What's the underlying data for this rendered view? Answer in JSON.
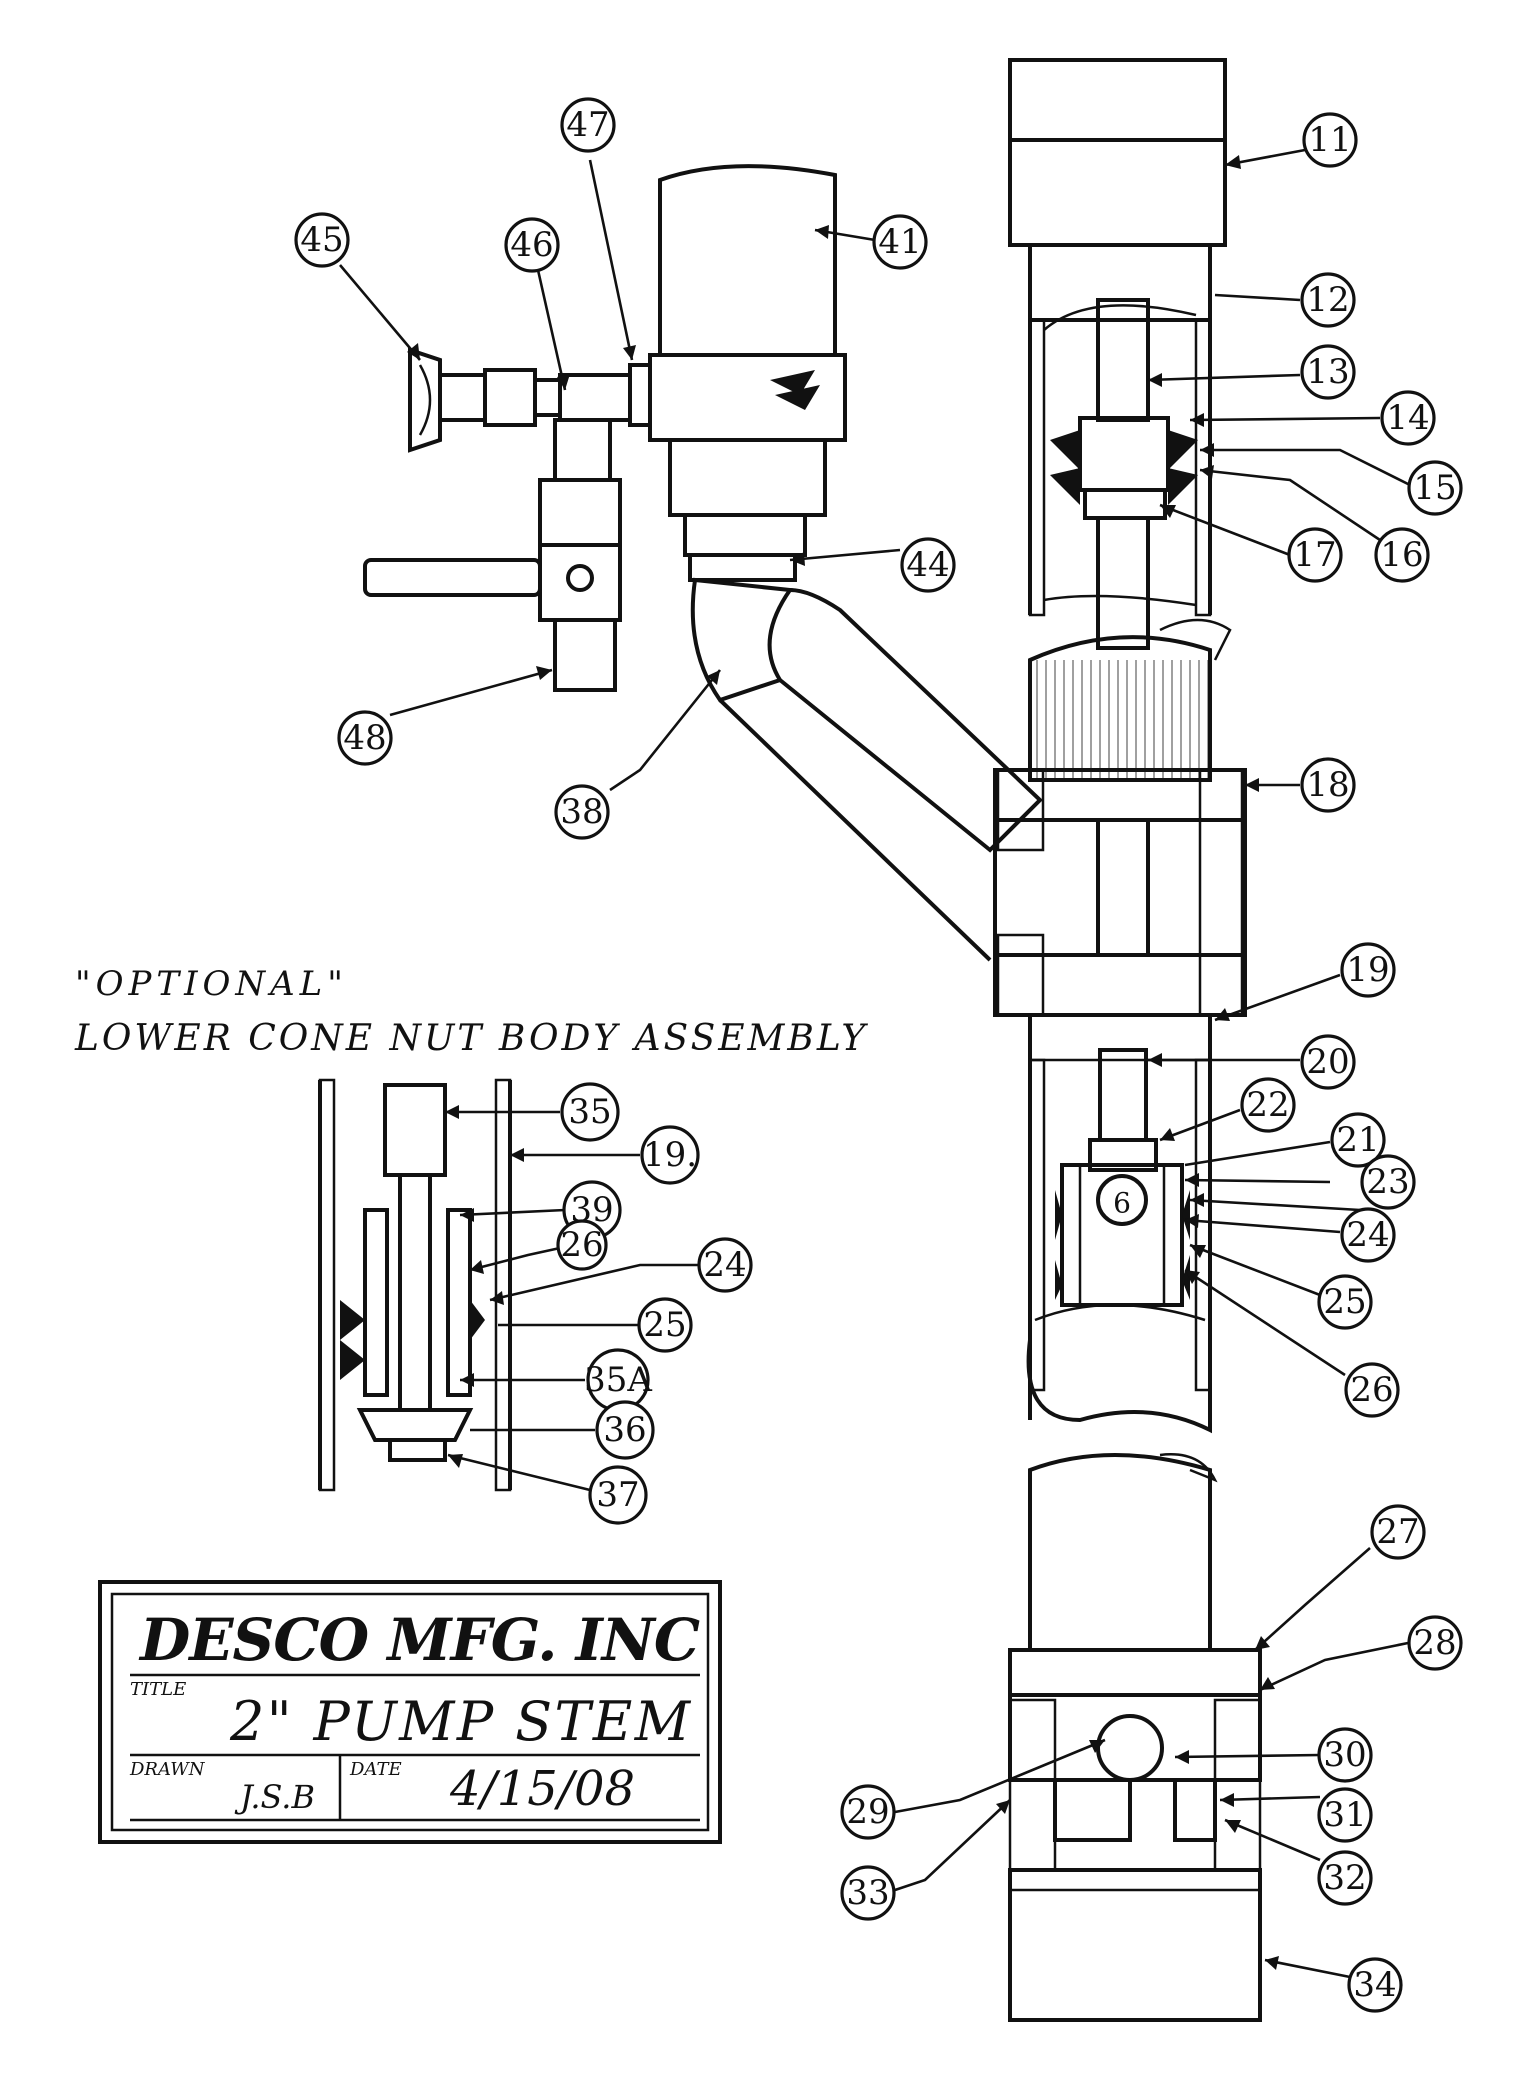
{
  "optional_note": {
    "line1": "\"OPTIONAL\"",
    "line2": "LOWER CONE NUT BODY ASSEMBLY"
  },
  "title_block": {
    "company": "DESCO MFG. INC",
    "title_label": "TITLE",
    "title": "2\" PUMP STEM",
    "drawn_label": "DRAWN",
    "drawn": "J.S.B",
    "date_label": "DATE",
    "date": "4/15/08"
  },
  "callouts": {
    "c11": "11",
    "c12": "12",
    "c13": "13",
    "c14": "14",
    "c15": "15",
    "c16": "16",
    "c17": "17",
    "c18": "18",
    "c19": "19",
    "c20": "20",
    "c21": "21",
    "c22": "22",
    "c23": "23",
    "c24": "24",
    "c25": "25",
    "c26": "26",
    "c27": "27",
    "c28": "28",
    "c29": "29",
    "c30": "30",
    "c31": "31",
    "c32": "32",
    "c33": "33",
    "c34": "34",
    "c38": "38",
    "c41": "41",
    "c44": "44",
    "c45": "45",
    "c46": "46",
    "c47": "47",
    "c48": "48",
    "d35": "35",
    "d19": "19.",
    "d39": "39",
    "d26": "26",
    "d24": "24",
    "d25": "25",
    "d35a": "35A",
    "d36": "36",
    "d37": "37"
  }
}
